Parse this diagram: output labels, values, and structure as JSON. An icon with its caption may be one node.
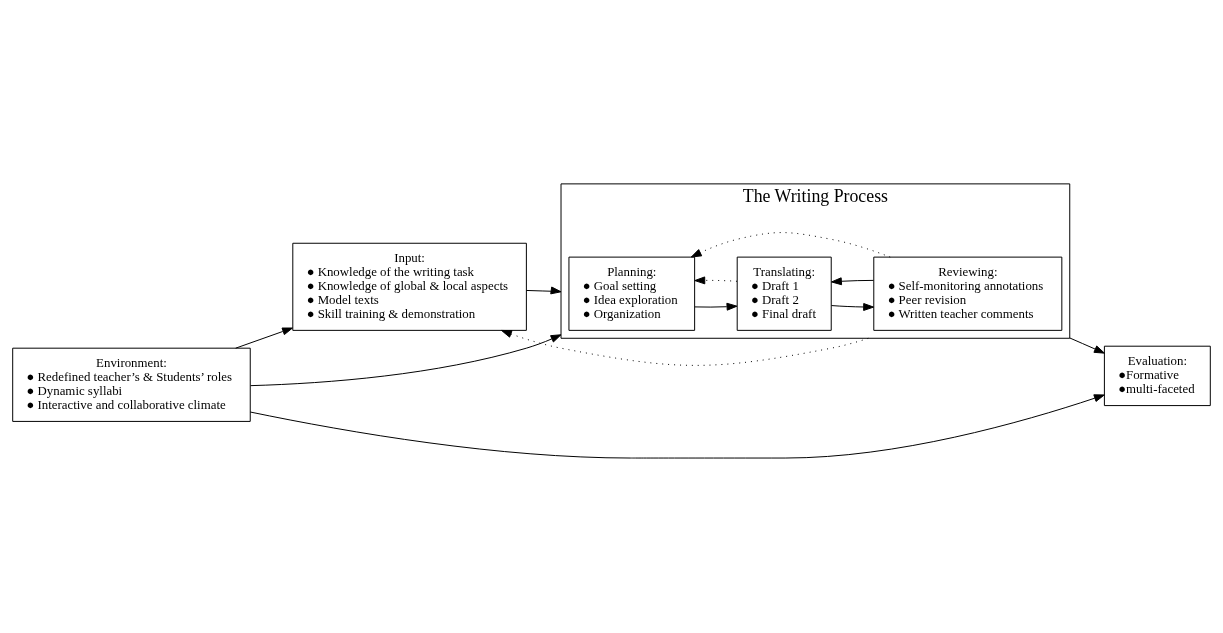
{
  "diagram": {
    "nodes": [
      {
        "text": [
          "Environment:",
          "● Redefined teacher’s & Students’ roles",
          "● Dynamic syllabi",
          "● Interactive and collaborative climate"
        ]
      },
      {
        "text": [
          "Input:",
          "● Knowledge of the writing task",
          "● Knowledge of global & local aspects",
          "● Model texts",
          "● Skill training & demonstration"
        ]
      },
      {
        "text": [
          "The Writing Process"
        ]
      },
      {
        "text": [
          "Planning:",
          "● Goal setting",
          "● Idea exploration",
          "● Organization"
        ],
        "in": 2
      },
      {
        "text": [
          "Translating:",
          "● Draft 1",
          "● Draft 2",
          "● Final draft"
        ],
        "in": 2
      },
      {
        "text": [
          "Reviewing:",
          "● Self-monitoring annotations",
          "● Peer revision",
          "● Written teacher comments"
        ],
        "in": 2
      },
      {
        "text": [
          "Evaluation:",
          "●Formative",
          "●multi-faceted"
        ]
      }
    ],
    "edges": [
      {
        "from": 0,
        "to": 1,
        "arrow": "to"
      },
      {
        "from": 0,
        "to": 2,
        "arrow": "to"
      },
      {
        "from": 0,
        "to": 6,
        "arrow": "to"
      },
      {
        "from": 1,
        "to": 2,
        "arrow": "to"
      },
      {
        "from": 2,
        "to": 1,
        "arrow": "to",
        "style": "dashed"
      },
      {
        "from": 3,
        "to": 4,
        "arrow": "to"
      },
      {
        "from": 4,
        "to": 5,
        "arrow": "to"
      },
      {
        "from": 5,
        "to": 4,
        "arrow": "to"
      },
      {
        "from": 4,
        "to": 3,
        "arrow": "to",
        "style": "dashed"
      },
      {
        "from": 5,
        "to": 3,
        "arrow": "to",
        "style": "dashed"
      },
      {
        "from": 2,
        "to": 6,
        "arrow": "to"
      }
    ]
  }
}
